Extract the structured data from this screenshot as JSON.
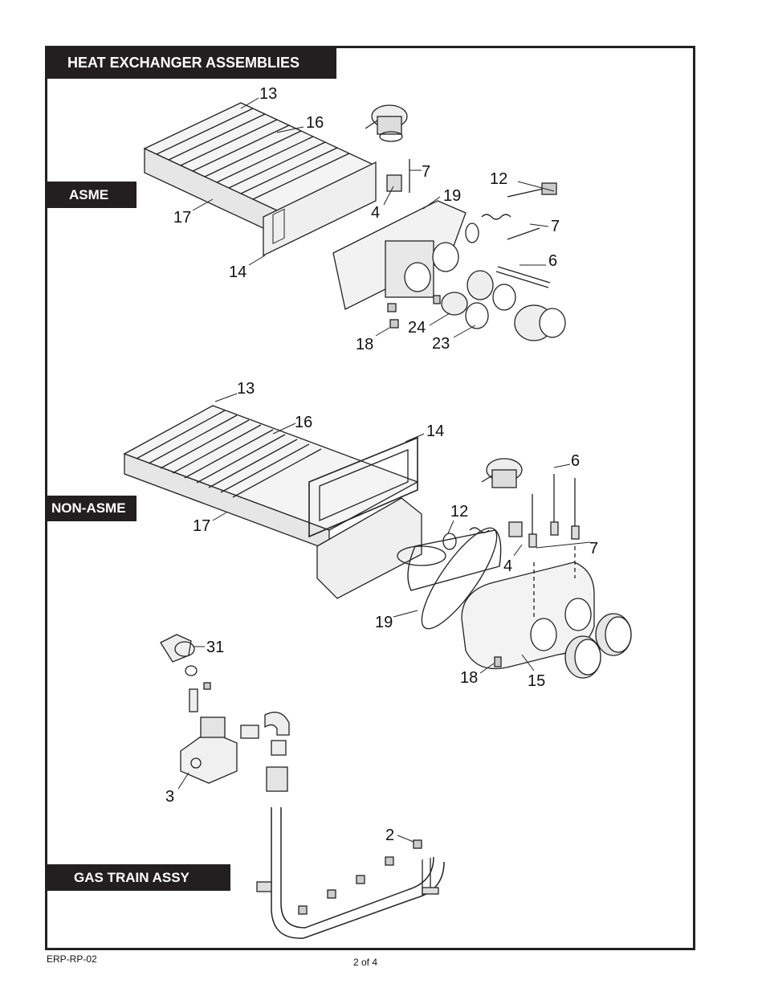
{
  "headers": {
    "title": "HEAT EXCHANGER ASSEMBLIES",
    "asme": "ASME",
    "non_asme": "NON-ASME",
    "gas_train": "GAS TRAIN ASSY"
  },
  "footer": {
    "doc_code": "ERP-RP-02",
    "page": "2 of 4"
  },
  "asme_callouts": [
    "13",
    "16",
    "7",
    "12",
    "19",
    "4",
    "17",
    "7",
    "14",
    "6",
    "24",
    "18",
    "23"
  ],
  "non_asme_callouts": [
    "13",
    "16",
    "14",
    "6",
    "17",
    "12",
    "7",
    "4",
    "19",
    "18",
    "15"
  ],
  "gas_train_callouts": [
    "31",
    "3",
    "2"
  ]
}
